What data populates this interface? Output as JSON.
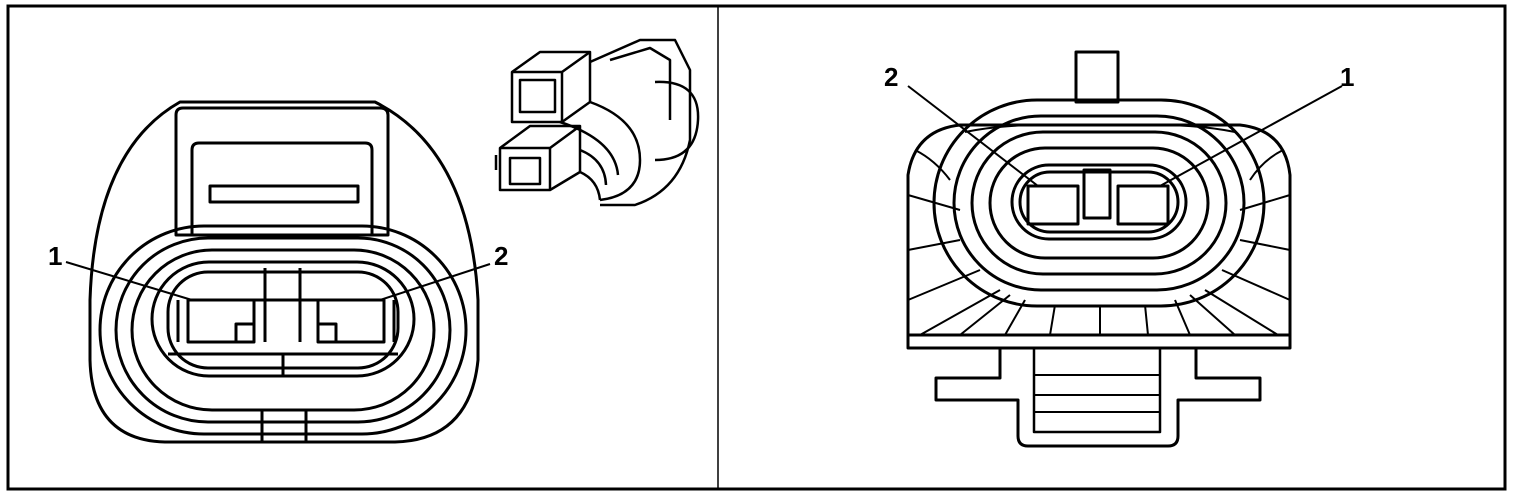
{
  "left_panel": {
    "pin_labels": {
      "pin1": "1",
      "pin2": "2"
    }
  },
  "right_panel": {
    "pin_labels": {
      "pin1": "1",
      "pin2": "2"
    }
  },
  "colors": {
    "line": "#000000",
    "background": "#ffffff"
  }
}
